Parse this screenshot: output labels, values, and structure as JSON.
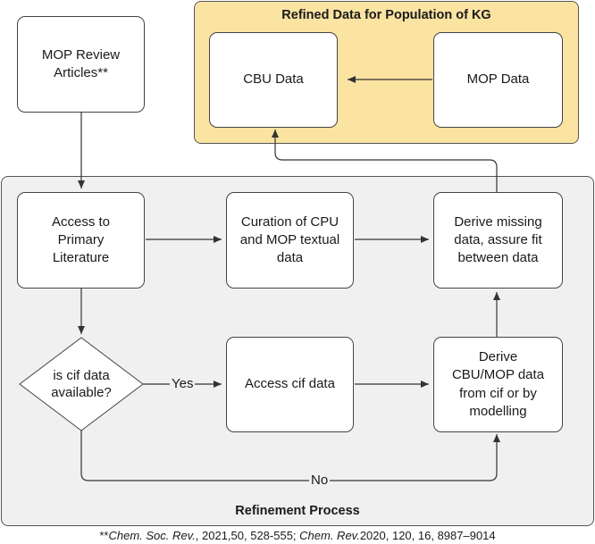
{
  "regions": {
    "refined": {
      "title": "Refined Data for Population of KG",
      "fill": "#fbe3a2",
      "border": "#555555"
    },
    "refinement": {
      "title": "Refinement Process",
      "fill": "#f0f0f0",
      "border": "#555555"
    }
  },
  "nodes": {
    "mop_review": "MOP Review\nArticles**",
    "cbu_data": "CBU Data",
    "mop_data": "MOP Data",
    "access_primary": "Access to\nPrimary\nLiterature",
    "curation": "Curation of CPU\nand MOP textual\ndata",
    "derive_missing": "Derive missing\ndata, assure fit\nbetween data",
    "cif_available": "is cif data\navailable?",
    "access_cif": "Access cif data",
    "derive_cbu_mop": "Derive\nCBU/MOP data\nfrom cif or by\nmodelling"
  },
  "edge_labels": {
    "yes": "Yes",
    "no": "No"
  },
  "footnote": {
    "part1": "**",
    "journal1": "Chem. Soc. Rev.",
    "part2": ", 2021,50, 528-555; ",
    "journal2": "Chem. Rev.",
    "part3": "2020, 120, 16, 8987–9014"
  }
}
